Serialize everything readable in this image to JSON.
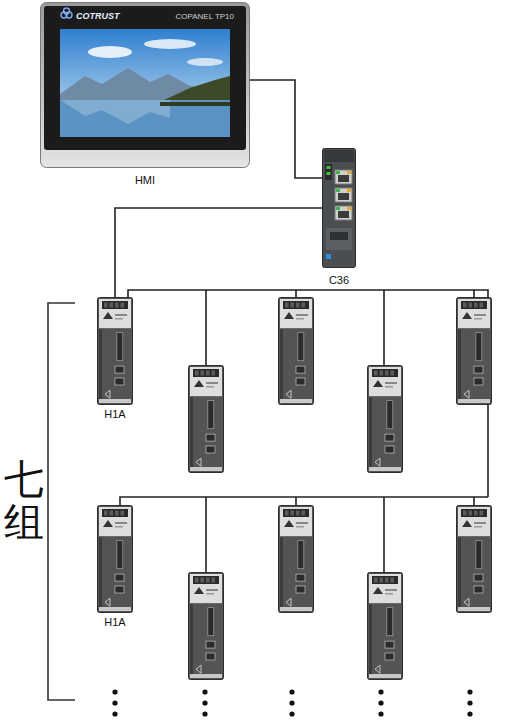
{
  "diagram": {
    "nodes": [
      {
        "text": [
          "COTRUST",
          "COPANEL TP10",
          "HMI"
        ]
      },
      {
        "text": [
          "C36"
        ]
      },
      {
        "text": [
          "H1A"
        ]
      },
      {
        "text": [
          "H1A"
        ]
      }
    ],
    "edges": [
      {
        "from": 0,
        "to": 1,
        "arrow": "none"
      },
      {
        "from": 1,
        "to": 2,
        "arrow": "none"
      }
    ],
    "labels": [
      "七 组"
    ]
  }
}
